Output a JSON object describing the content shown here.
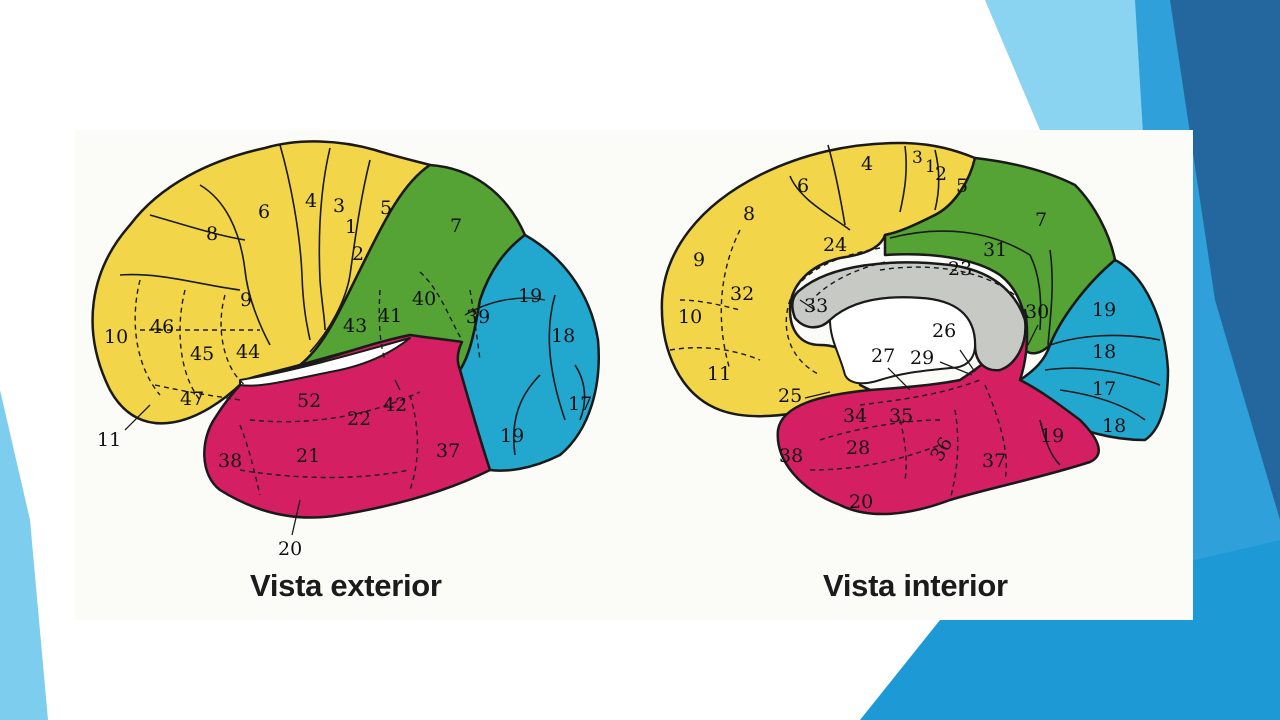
{
  "captions": {
    "exterior": "Vista exterior",
    "interior": "Vista interior"
  },
  "colors": {
    "frontal_yellow": "#f2d548",
    "parietal_green": "#55a235",
    "occipital_blue": "#22a8cf",
    "temporal_magenta": "#d41f62",
    "corpus_callosum_gray": "#c7c9c4",
    "accent_sky": "#7dcdee",
    "accent_blue": "#2a9fd8",
    "accent_dark": "#23629a"
  },
  "areas": {
    "exterior": {
      "frontal": [
        "6",
        "4",
        "3",
        "1",
        "2",
        "8",
        "9",
        "10",
        "46",
        "45",
        "44",
        "47",
        "11"
      ],
      "parietal": [
        "5",
        "7",
        "40",
        "39",
        "41",
        "43"
      ],
      "occipital": [
        "19",
        "18",
        "17",
        "19"
      ],
      "temporal": [
        "52",
        "22",
        "42",
        "38",
        "21",
        "37",
        "20"
      ]
    },
    "interior": {
      "frontal": [
        "4",
        "3",
        "1",
        "2",
        "6",
        "8",
        "9",
        "32",
        "10",
        "24",
        "11",
        "25"
      ],
      "parietal": [
        "5",
        "7",
        "31",
        "23",
        "30"
      ],
      "callosal": [
        "33",
        "26",
        "27",
        "29"
      ],
      "occipital": [
        "19",
        "18",
        "17",
        "18"
      ],
      "temporal": [
        "34",
        "35",
        "28",
        "36",
        "38",
        "37",
        "19",
        "20"
      ]
    }
  }
}
